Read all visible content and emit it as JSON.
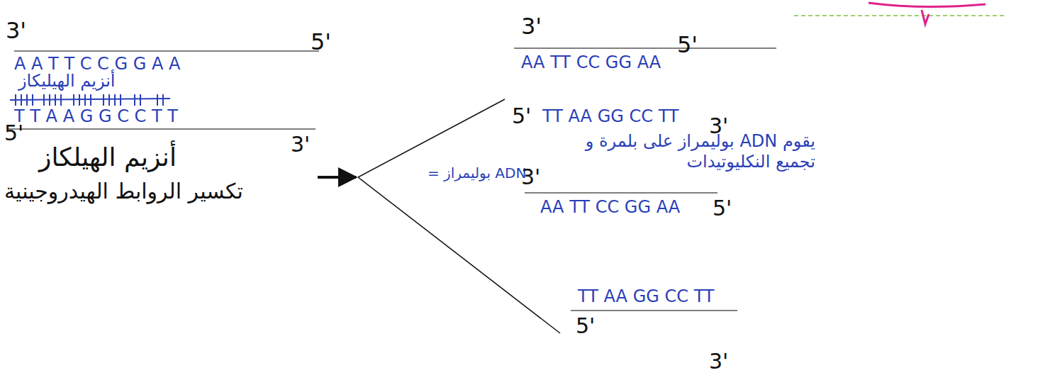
{
  "diagram": {
    "labels": [
      "3'",
      "5'",
      "A A T T C C G G A A",
      "أنزيم الهيليكاز",
      "T T A A G G C C T T",
      "5'",
      "3'",
      "أنزيم الهيلكاز",
      "تكسير الروابط الهيدروجينية",
      "ADN بوليمراز =",
      "3'",
      "5'",
      "AA TT CC GG AA",
      "5'",
      "TT AA GG CC TT",
      "3'",
      "يقوم ADN بوليمراز على بلمرة و تجميع النكليوتيدات",
      "3'",
      "AA TT CC GG AA",
      "5'",
      "TT AA GG CC TT",
      "5'",
      "3'"
    ]
  }
}
